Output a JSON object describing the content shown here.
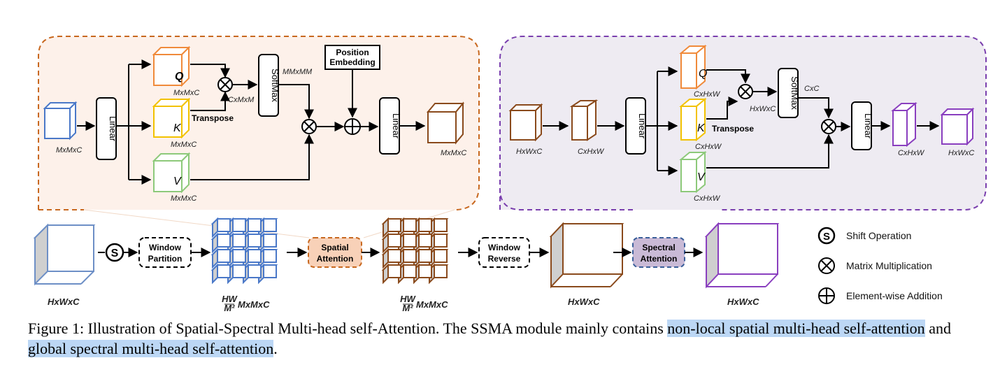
{
  "spatial": {
    "linear": "Linear",
    "softmax": "SoftMax",
    "position_embedding": [
      "Position",
      "Embedding"
    ],
    "q": "Q",
    "k": "K",
    "v": "V",
    "transpose": "Transpose",
    "input_dim": "MxMxC",
    "q_dim": "MxMxC",
    "k_dim": "MxMxC",
    "v_dim": "MxMxC",
    "qk_dim": "CxMxM",
    "attn_dim": "MMxMM",
    "out_dim": "MxMxC",
    "linear_out": "Linear"
  },
  "spectral": {
    "linear": "Linear",
    "softmax": "SoftMax",
    "q": "Q",
    "k": "K",
    "v": "V",
    "transpose": "Transpose",
    "input_dim": "HxWxC",
    "reshaped_dim": "CxHxW",
    "q_dim": "CxHxW",
    "k_dim": "CxHxW",
    "v_dim": "CxHxW",
    "qk_dim": "HxWxC",
    "attn_dim": "CxC",
    "linear_out": "Linear",
    "out1_dim": "CxHxW",
    "out2_dim": "HxWxC"
  },
  "pipeline": {
    "input_dim": "HxWxC",
    "window_partition": [
      "Window",
      "Partition"
    ],
    "spatial_attention": [
      "Spatial",
      "Attention"
    ],
    "window_reverse": [
      "Window",
      "Reverse"
    ],
    "spectral_attention": [
      "Spectral",
      "Attention"
    ],
    "frac_num": "HW",
    "frac_den": "M²",
    "windows_dim": "MxMxC",
    "windows2_dim": "MxMxC",
    "merged_dim": "HxWxC",
    "output_dim": "HxWxC",
    "shift_symbol": "S"
  },
  "legend": {
    "shift": "Shift Operation",
    "matmul": "Matrix Multiplication",
    "add": "Element-wise Addition"
  },
  "caption": {
    "prefix": "Figure 1: Illustration of Spatial-Spectral Multi-head self-Attention. The SSMA module mainly contains ",
    "hl1": "non-local spatial multi-head self-attention",
    "mid": " and ",
    "hl2": "global spectral multi-head self-attention",
    "suffix": "."
  },
  "colors": {
    "spatial_bg": "#fdf1ea",
    "spatial_border": "#c8681f",
    "spectral_bg": "#eeebf2",
    "spectral_border": "#7a3fae",
    "blue_cube": "#4a78c8",
    "orange_cube": "#f08a3a",
    "yellow_cube": "#f2c200",
    "green_cube": "#8dc97a",
    "brown_cube": "#8a4a1c",
    "purple_cube": "#8a3fbf"
  }
}
